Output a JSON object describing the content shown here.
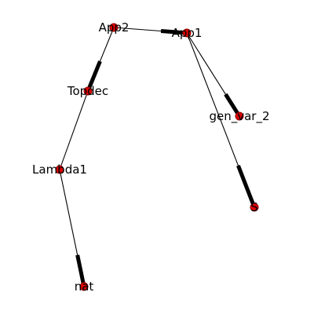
{
  "colors": {
    "node_fill": "#e00000",
    "edge": "#000000",
    "background": "#ffffff"
  },
  "nodes": [
    {
      "id": "App2",
      "label": "App2"
    },
    {
      "id": "App1",
      "label": "App1"
    },
    {
      "id": "Topdec",
      "label": "Topdec"
    },
    {
      "id": "gen_var_2",
      "label": "gen_var_2"
    },
    {
      "id": "Lambda1",
      "label": "Lambda1"
    },
    {
      "id": "S",
      "label": "S"
    },
    {
      "id": "nat",
      "label": "nat"
    }
  ],
  "edges": [
    {
      "from": "App2",
      "to": "App1"
    },
    {
      "from": "App2",
      "to": "Topdec"
    },
    {
      "from": "App1",
      "to": "gen_var_2"
    },
    {
      "from": "App1",
      "to": "S"
    },
    {
      "from": "Topdec",
      "to": "Lambda1"
    },
    {
      "from": "Lambda1",
      "to": "nat"
    }
  ]
}
